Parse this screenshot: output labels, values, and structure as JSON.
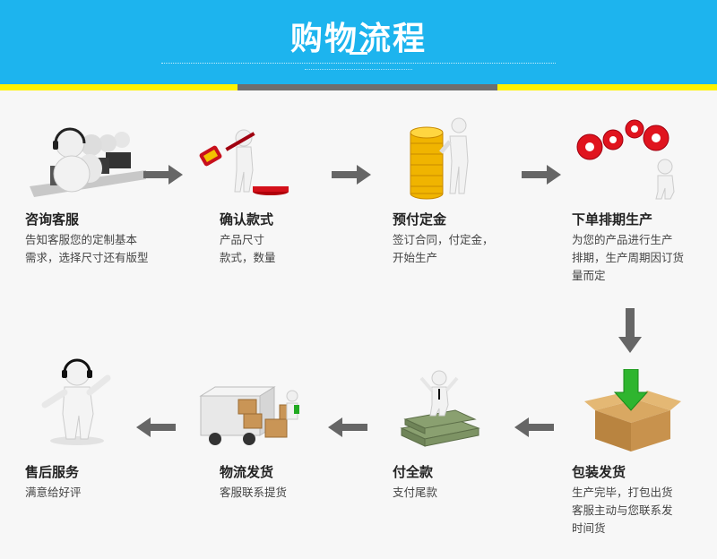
{
  "header": {
    "title": "购物流程"
  },
  "steps": [
    {
      "name": "咨询客服",
      "desc": "告知客服您的定制基本\n需求，选择尺寸还有版型",
      "icon": "headset-operators-icon"
    },
    {
      "name": "确认款式",
      "desc": "产品尺寸\n款式，数量",
      "icon": "gavel-icon"
    },
    {
      "name": "预付定金",
      "desc": "签订合同，付定金，\n开始生产",
      "icon": "gold-coins-icon"
    },
    {
      "name": "下单排期生产",
      "desc": "为您的产品进行生产\n排期，生产周期因订货\n量而定",
      "icon": "red-gears-icon"
    },
    {
      "name": "包装发货",
      "desc": "生产完毕，打包出货\n客服主动与您联系发\n时间货",
      "icon": "package-box-icon"
    },
    {
      "name": "付全款",
      "desc": "支付尾款",
      "icon": "money-stack-icon"
    },
    {
      "name": "物流发货",
      "desc": "客服联系提货",
      "icon": "delivery-truck-icon"
    },
    {
      "name": "售后服务",
      "desc": "满意给好评",
      "icon": "support-agent-icon"
    }
  ],
  "colors": {
    "header": "#1db4ee",
    "stripe_yellow": "#fff200",
    "stripe_gray": "#6e6e6e",
    "arrow": "#666666"
  }
}
